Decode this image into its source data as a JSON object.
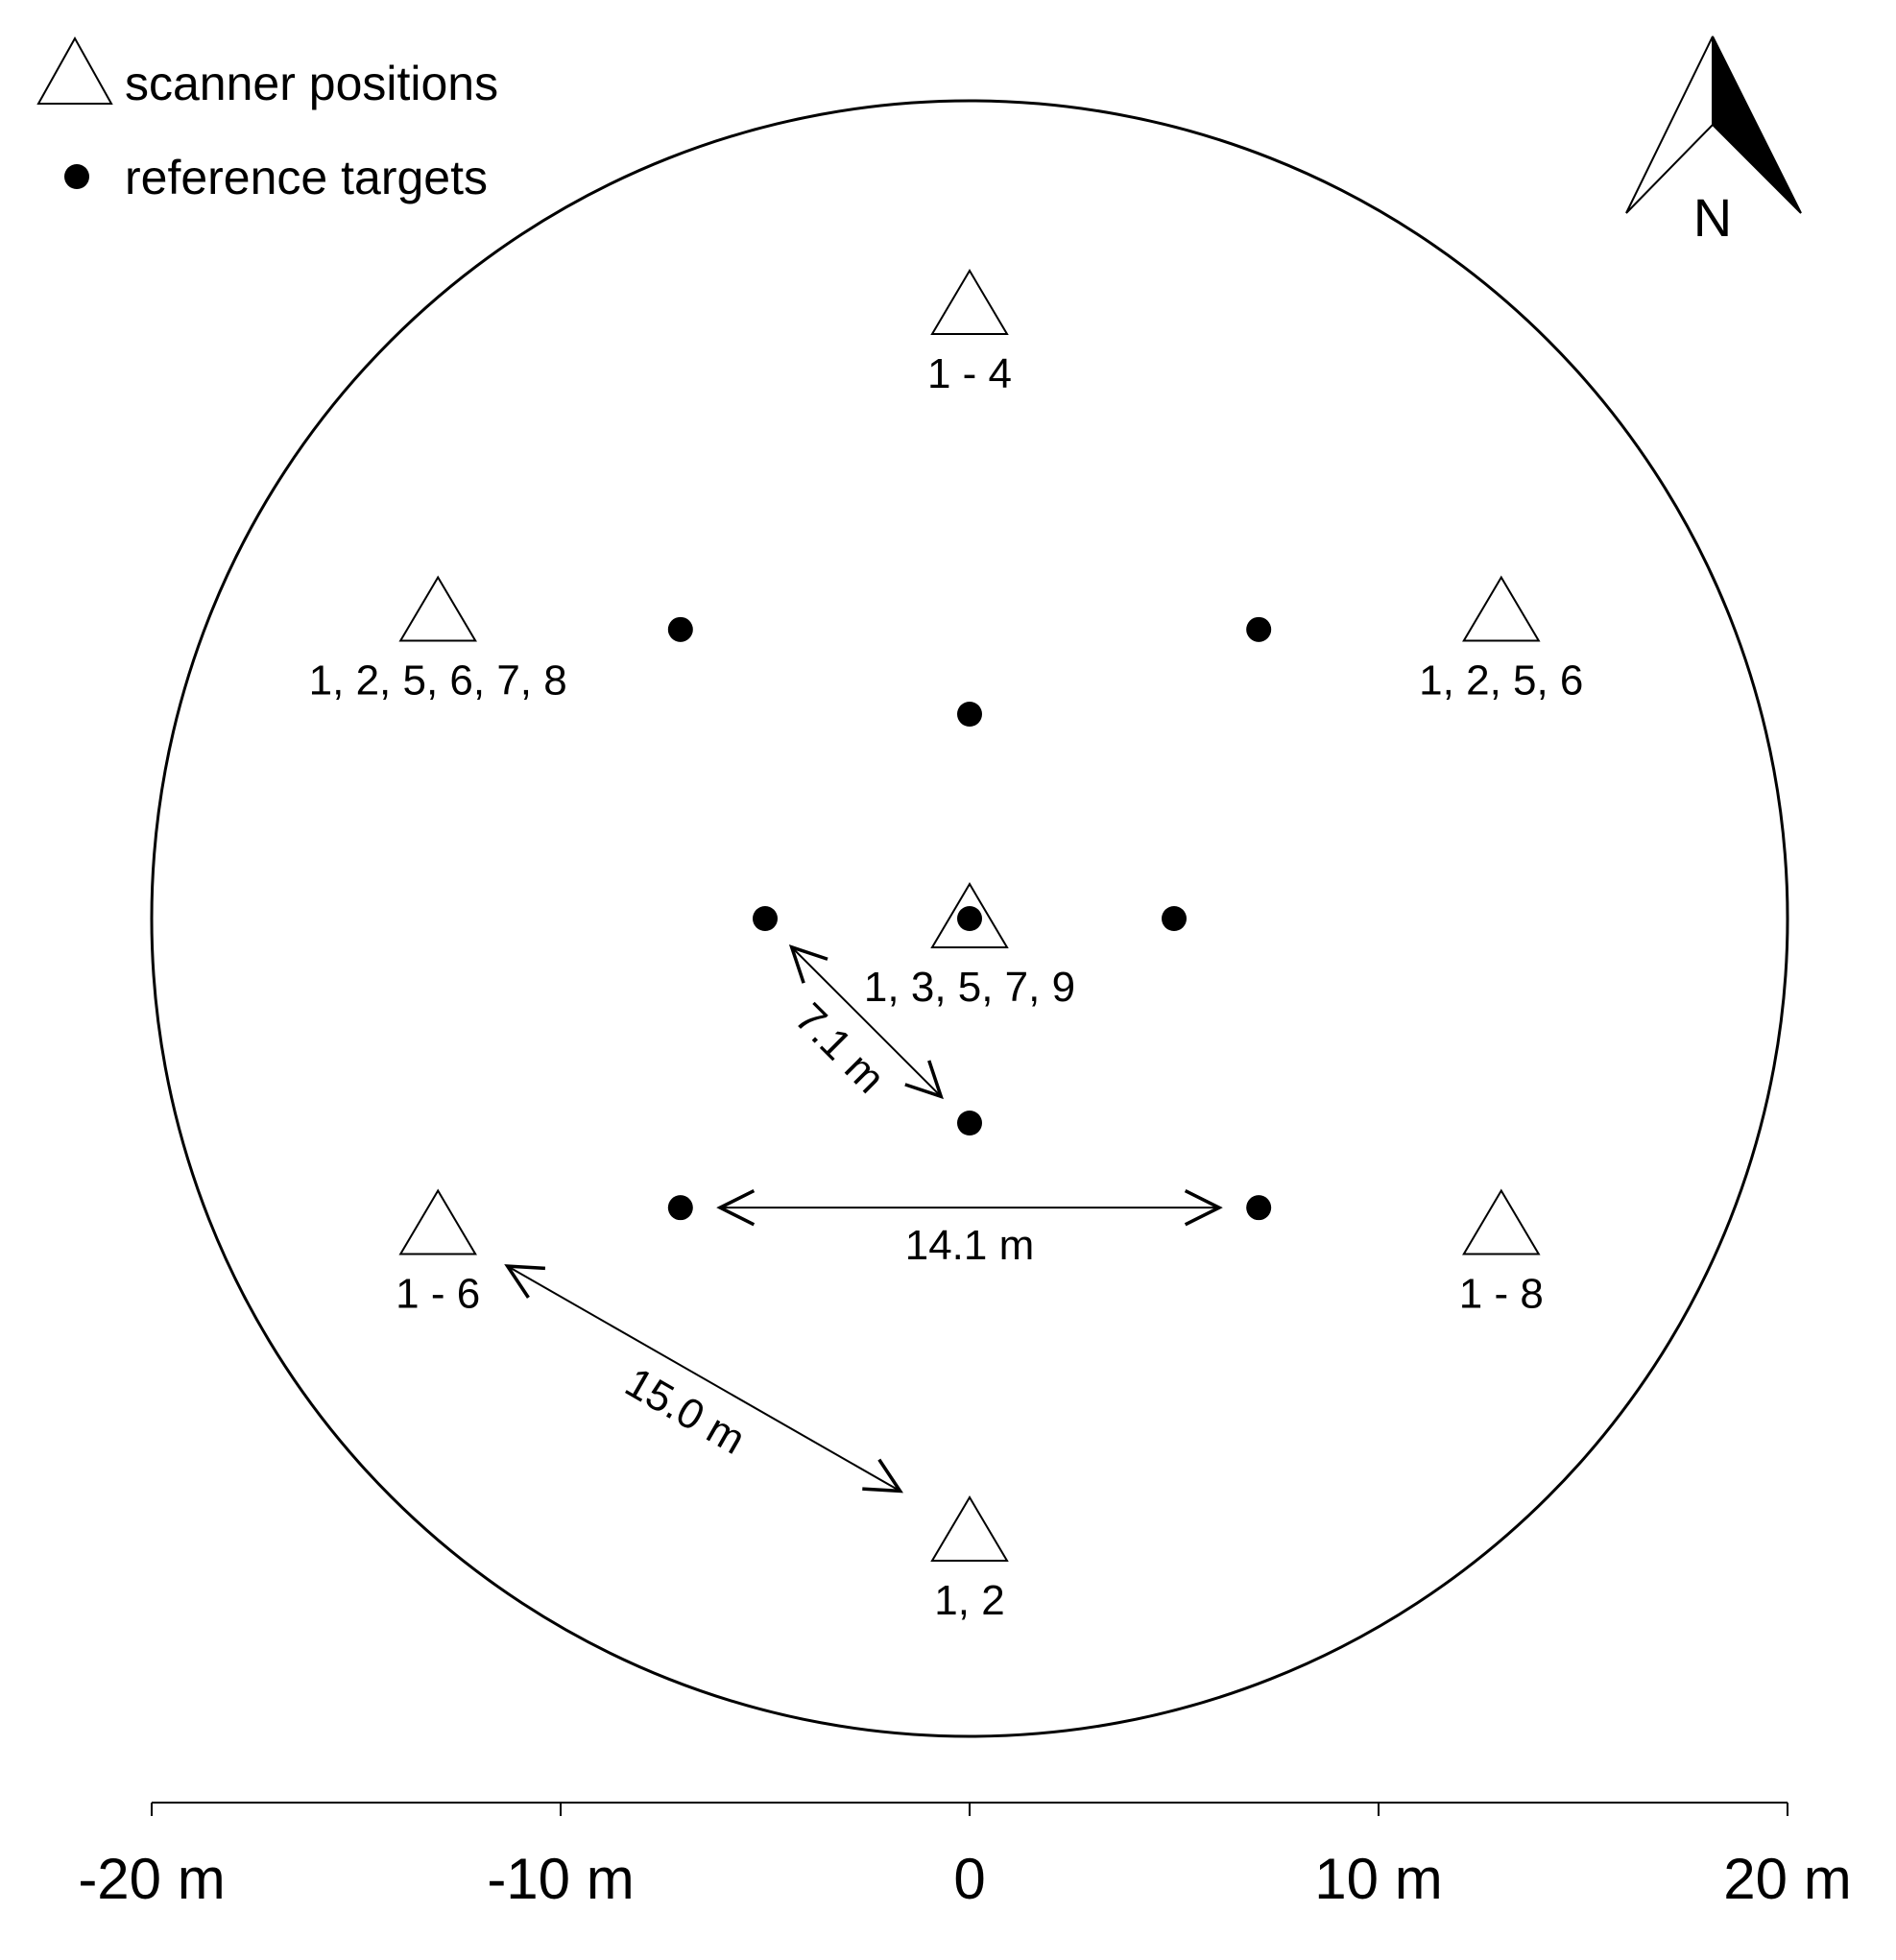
{
  "legend": {
    "scanner_label": "scanner positions",
    "target_label": "reference targets"
  },
  "north_arrow": {
    "label": "N",
    "icon": "north-arrow-icon"
  },
  "plot": {
    "radius_m": 20,
    "xlim": [
      -20,
      20
    ]
  },
  "scanners": [
    {
      "x": 0,
      "y": 15,
      "label": "1 - 4"
    },
    {
      "x": -13,
      "y": 7.5,
      "label": "1, 2, 5, 6, 7, 8"
    },
    {
      "x": 13,
      "y": 7.5,
      "label": "1, 2, 5, 6"
    },
    {
      "x": 0,
      "y": 0,
      "label": "1, 3, 5, 7, 9"
    },
    {
      "x": -13,
      "y": -7.5,
      "label": "1 - 6"
    },
    {
      "x": 13,
      "y": -7.5,
      "label": "1 - 8"
    },
    {
      "x": 0,
      "y": -15,
      "label": "1, 2"
    }
  ],
  "targets": [
    {
      "x": -7.07,
      "y": 7.07
    },
    {
      "x": 7.07,
      "y": 7.07
    },
    {
      "x": 0,
      "y": 5
    },
    {
      "x": -5,
      "y": 0
    },
    {
      "x": 0,
      "y": 0
    },
    {
      "x": 5,
      "y": 0
    },
    {
      "x": 0,
      "y": -5
    },
    {
      "x": -7.07,
      "y": -7.07
    },
    {
      "x": 7.07,
      "y": -7.07
    }
  ],
  "distances": [
    {
      "label": "7.1 m",
      "from": [
        -4.35,
        -0.7
      ],
      "to": [
        -0.7,
        -4.35
      ]
    },
    {
      "label": "14.1 m",
      "from": [
        -6.1,
        -7.07
      ],
      "to": [
        6.1,
        -7.07
      ]
    },
    {
      "label": "15.0 m",
      "from": [
        -11.3,
        -8.5
      ],
      "to": [
        -1.7,
        -14.0
      ]
    }
  ],
  "axis": {
    "ticks": [
      {
        "value": -20,
        "label": "-20 m"
      },
      {
        "value": -10,
        "label": "-10 m"
      },
      {
        "value": 0,
        "label": "0"
      },
      {
        "value": 10,
        "label": "10 m"
      },
      {
        "value": 20,
        "label": "20 m"
      }
    ]
  }
}
